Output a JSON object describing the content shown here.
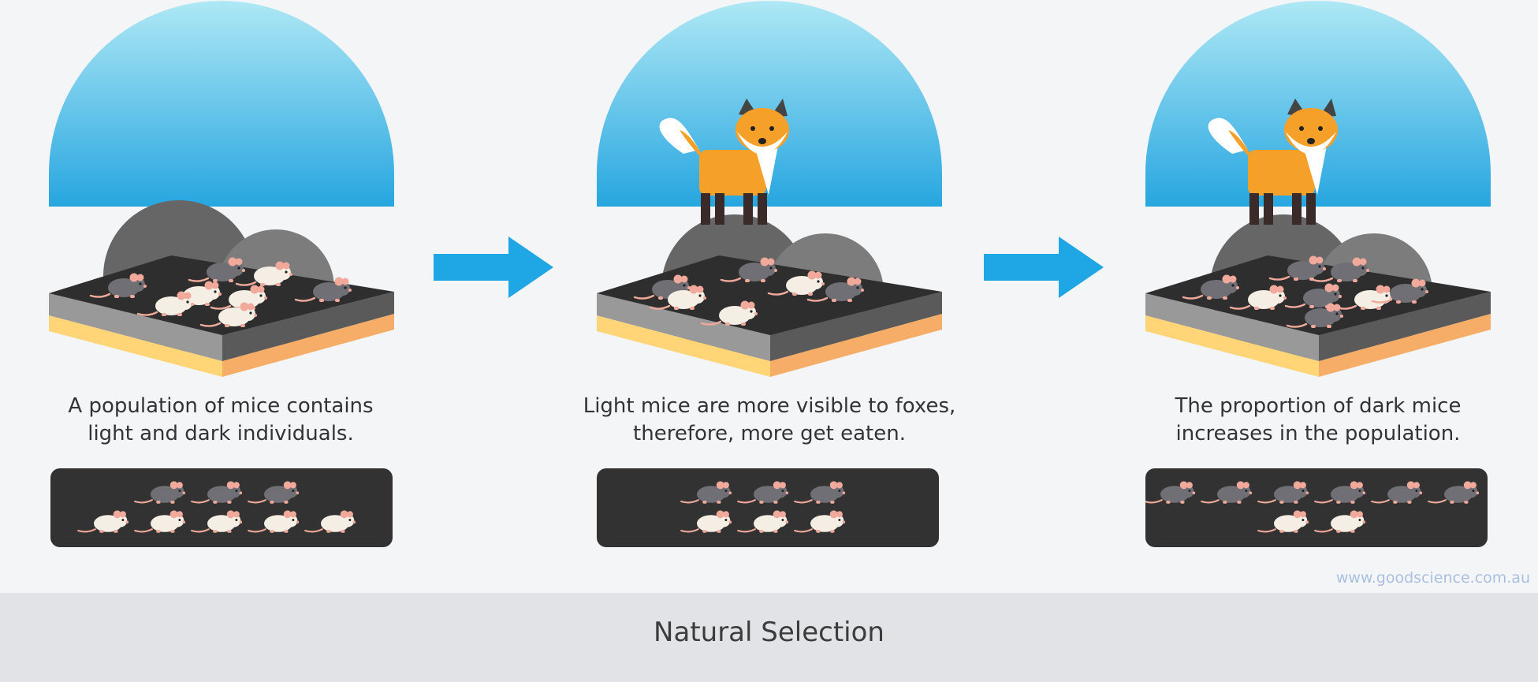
{
  "panels": [
    {
      "caption_line1": "A population of mice contains",
      "caption_line2": "light and dark individuals.",
      "has_fox": false,
      "tally": {
        "dark": 3,
        "light": 5
      }
    },
    {
      "caption_line1": "Light mice are more visible to foxes,",
      "caption_line2": "therefore, more get eaten.",
      "has_fox": true,
      "tally": {
        "dark": 3,
        "light": 3
      }
    },
    {
      "caption_line1": "The proportion of dark mice",
      "caption_line2": "increases in the population.",
      "has_fox": true,
      "tally": {
        "dark": 6,
        "light": 2
      }
    }
  ],
  "watermark": "www.goodscience.com.au",
  "footer": {
    "title": "Natural Selection"
  },
  "colors": {
    "sky_top": "#aee8f5",
    "sky_bottom": "#27a6e0",
    "arrow": "#1fa6e4",
    "fox": "#f5a028",
    "dark_mouse": "#6f6f75",
    "light_mouse": "#f4eee4",
    "tally_bg": "#323232"
  }
}
